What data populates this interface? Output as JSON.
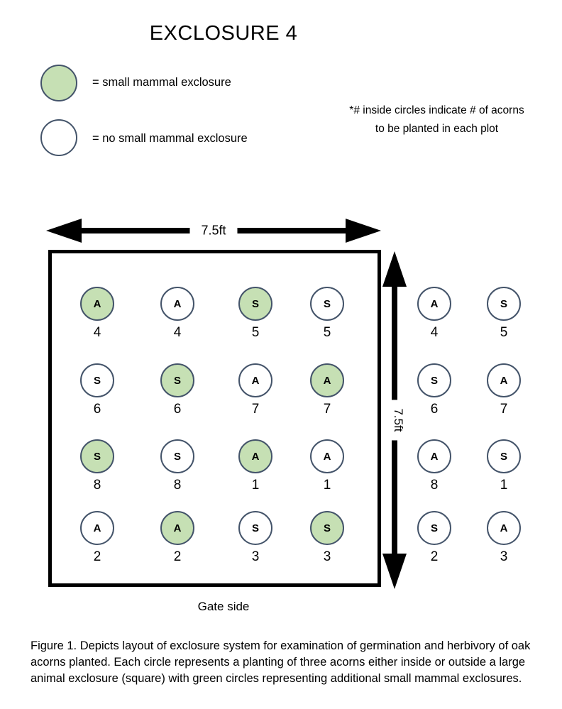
{
  "title": "EXCLOSURE 4",
  "legend": {
    "items": [
      {
        "label": "= small mammal exclosure",
        "fill": "#c6e0b4"
      },
      {
        "label": "= no small mammal exclosure",
        "fill": "#ffffff"
      }
    ]
  },
  "note": {
    "line1": "*# inside circles indicate # of acorns",
    "line2": "to be planted in each plot"
  },
  "dimensions": {
    "width_label": "7.5ft",
    "height_label": "7.5ft"
  },
  "gate_label": "Gate side",
  "caption": "Figure 1. Depicts layout of exclosure system for examination of germination and herbivory of oak acorns planted.  Each circle represents a planting of three acorns either inside or outside a large animal exclosure (square) with green circles representing additional small mammal exclosures.",
  "colors": {
    "small_mammal_exclosure_fill": "#c6e0b4",
    "open_plot_fill": "#ffffff",
    "circle_border": "#44546a",
    "line_color": "#000000"
  },
  "grid": {
    "inside_rows": [
      [
        {
          "letter": "A",
          "green": true,
          "count": "4"
        },
        {
          "letter": "A",
          "green": false,
          "count": "4"
        },
        {
          "letter": "S",
          "green": true,
          "count": "5"
        },
        {
          "letter": "S",
          "green": false,
          "count": "5"
        }
      ],
      [
        {
          "letter": "S",
          "green": false,
          "count": "6"
        },
        {
          "letter": "S",
          "green": true,
          "count": "6"
        },
        {
          "letter": "A",
          "green": false,
          "count": "7"
        },
        {
          "letter": "A",
          "green": true,
          "count": "7"
        }
      ],
      [
        {
          "letter": "S",
          "green": true,
          "count": "8"
        },
        {
          "letter": "S",
          "green": false,
          "count": "8"
        },
        {
          "letter": "A",
          "green": true,
          "count": "1"
        },
        {
          "letter": "A",
          "green": false,
          "count": "1"
        }
      ],
      [
        {
          "letter": "A",
          "green": false,
          "count": "2"
        },
        {
          "letter": "A",
          "green": true,
          "count": "2"
        },
        {
          "letter": "S",
          "green": false,
          "count": "3"
        },
        {
          "letter": "S",
          "green": true,
          "count": "3"
        }
      ]
    ],
    "outside_rows": [
      [
        {
          "letter": "A",
          "green": false,
          "count": "4"
        },
        {
          "letter": "S",
          "green": false,
          "count": "5"
        }
      ],
      [
        {
          "letter": "S",
          "green": false,
          "count": "6"
        },
        {
          "letter": "A",
          "green": false,
          "count": "7"
        }
      ],
      [
        {
          "letter": "A",
          "green": false,
          "count": "8"
        },
        {
          "letter": "S",
          "green": false,
          "count": "1"
        }
      ],
      [
        {
          "letter": "S",
          "green": false,
          "count": "2"
        },
        {
          "letter": "A",
          "green": false,
          "count": "3"
        }
      ]
    ]
  }
}
